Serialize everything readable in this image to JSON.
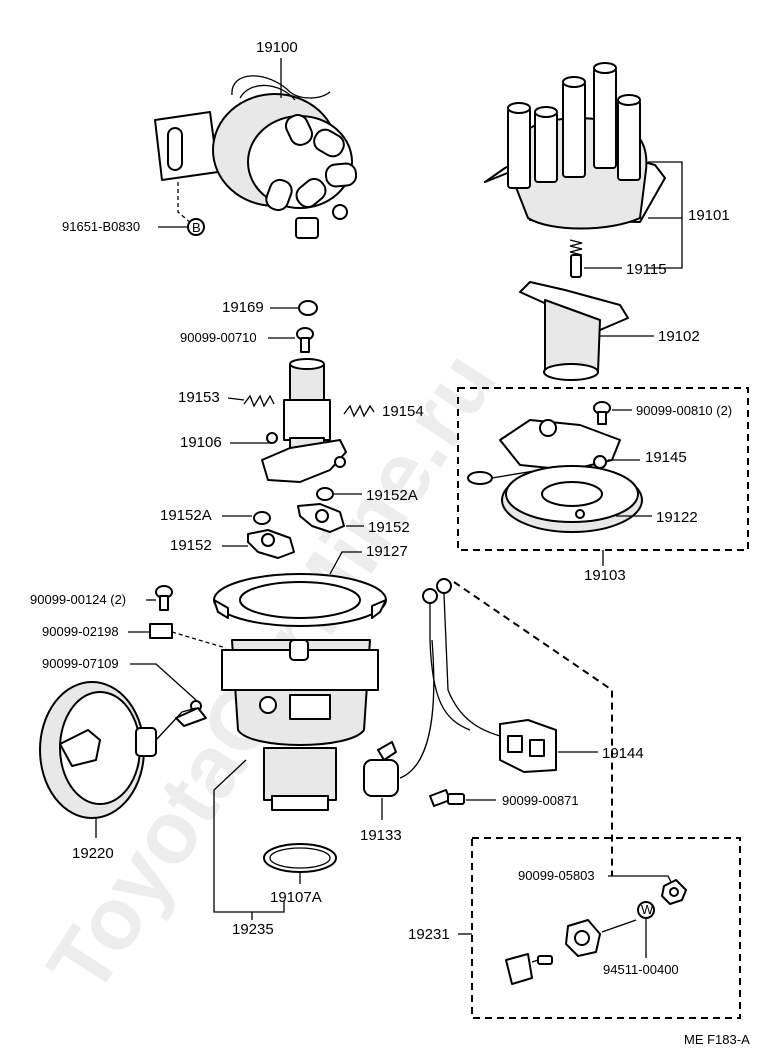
{
  "labels": {
    "p19100": "19100",
    "p91651": "91651-B0830",
    "circle_b": "B",
    "p19101": "19101",
    "p19115": "19115",
    "p19169": "19169",
    "p90099_00710": "90099-00710",
    "p19102": "19102",
    "p19153": "19153",
    "p19154": "19154",
    "p90099_00810": "90099-00810 (2)",
    "p19106": "19106",
    "p19145": "19145",
    "p19152A_r": "19152A",
    "p19152A_l": "19152A",
    "p19152_r": "19152",
    "p19122": "19122",
    "p19152_l": "19152",
    "p19127": "19127",
    "p19103": "19103",
    "p90099_00124": "90099-00124 (2)",
    "p90099_02198": "90099-02198",
    "p90099_07109": "90099-07109",
    "p19144": "19144",
    "p90099_00871": "90099-00871",
    "p19220": "19220",
    "p19133": "19133",
    "p90099_05803": "90099-05803",
    "circle_w": "W",
    "p19107A": "19107A",
    "p19231": "19231",
    "p19235": "19235",
    "p94511": "94511-00400",
    "footer": "ME F183-A"
  },
  "watermark": "ToyotaCarMine.ru",
  "icons": [
    "distributor-assembly",
    "distributor-cap",
    "rotor",
    "governor-shaft",
    "breaker-plate",
    "signal-generator",
    "distributor-housing",
    "vacuum-advancer",
    "igniter-connector",
    "condenser",
    "o-ring",
    "bolt",
    "nut",
    "washer",
    "spring"
  ]
}
